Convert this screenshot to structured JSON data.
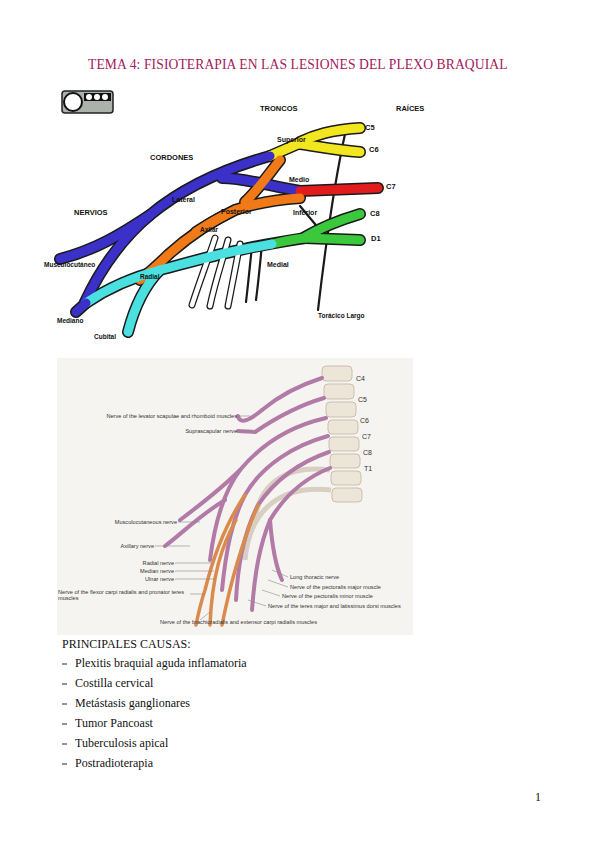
{
  "diagram": {
    "title": "TEMA 4: FISIOTERAPIA EN LAS LESIONES DEL PLEXO BRAQUIAL",
    "labels": [
      "TRONCOS",
      "RAÍCES",
      "C5",
      "C6",
      "C7",
      "C8",
      "D1",
      "CORDONES",
      "Superior",
      "Medio",
      "Inferior",
      "Lateral",
      "Posterior",
      "Medial",
      "NERVIOS",
      "Axilar",
      "Musculocutáneo",
      "Radial",
      "Mediano",
      "Cubital",
      "Torácico Largo",
      "C4",
      "C5",
      "C6",
      "C7",
      "C8",
      "T1",
      "Nerve of the levator scapulae and rhomboid muscles",
      "Suprascapular nerve",
      "Musculocutaneous nerve",
      "Axillary nerve",
      "Radial nerve",
      "Median nerve",
      "Ulnar nerve",
      "Nerve of the flexor carpi radialis and pronator teres muscles",
      "Long thoracic nerve",
      "Nerve of the pectoralis major muscle",
      "Nerve of the pectoralis minor muscle",
      "Nerve of the teres major and latissimus dorsi muscles",
      "Nerve of the brachioradialis and extensor carpi radialis muscles",
      "PRINCIPALES CAUSAS:",
      "Plexitis braquial aguda inflamatoria",
      "Costilla cervical",
      "Metástasis ganglionares",
      "Tumor Pancoast",
      "Tuberculosis apical",
      "Postradioterapia",
      "1"
    ]
  }
}
